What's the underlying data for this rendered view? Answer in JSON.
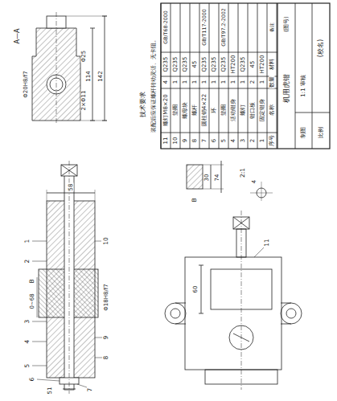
{
  "diagram": {
    "labels": [
      "11",
      "螺钉M8×20",
      "4",
      "Q235",
      "GB/T68-2000",
      "10",
      "垫圈",
      "1",
      "Q235",
      "9",
      "螺母块",
      "1",
      "Q235",
      "8",
      "螺杆",
      "1",
      "45",
      "7",
      "圆柱销4×22",
      "1",
      "Q235",
      "GB/T117-2000",
      "6",
      "环",
      "1",
      "Q235",
      "5",
      "垫圈",
      "1",
      "Q235",
      "GB/T97.2-2002",
      "4",
      "活动钳身",
      "1",
      "HT200",
      "3",
      "螺钉",
      "1",
      "Q235",
      "2",
      "钳口板",
      "2",
      "45",
      "1",
      "固定钳身",
      "1",
      "HT200",
      "序号",
      "名称",
      "数量",
      "材料",
      "备注",
      "机用虎钳",
      "(图号)",
      "制图",
      "比例",
      "1:1",
      "审核",
      "(校名)",
      "技术要求",
      "装配后应保证螺杆转动灵活、无卡阻。",
      "A—A",
      "Φ20H8/f7",
      "2×Φ11",
      "Φ25",
      "114",
      "142",
      "1",
      "2",
      "3",
      "4",
      "5",
      "6",
      "7",
      "8",
      "9",
      "10",
      "58",
      "B",
      "0~68",
      "Φ18H8/f7",
      "51",
      "60",
      "11",
      "B",
      "30",
      "74",
      "2:1",
      "4"
    ]
  }
}
